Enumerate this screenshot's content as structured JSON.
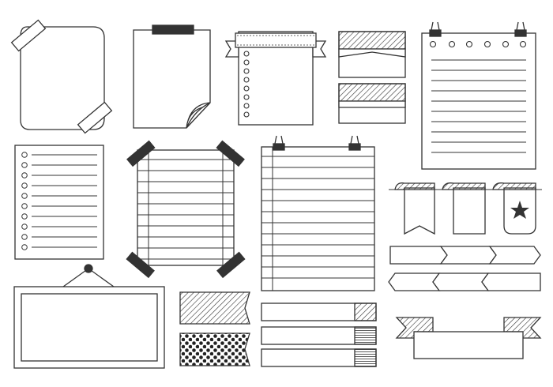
{
  "colors": {
    "stroke": "#333333",
    "fill": "#ffffff",
    "dark": "#333333"
  },
  "elements": [
    {
      "name": "taped-rounded-note",
      "icon": "sticky-note-with-tape"
    },
    {
      "name": "curled-corner-note",
      "icon": "paper-curled-corner"
    },
    {
      "name": "dotted-tab-note",
      "icon": "note-with-folded-tabs"
    },
    {
      "name": "striped-banner-cards",
      "icon": "striped-labels"
    },
    {
      "name": "binder-clip-ruled-page",
      "icon": "clipped-notepad"
    },
    {
      "name": "spiral-lined-note",
      "icon": "lined-note-with-holes"
    },
    {
      "name": "four-corner-taped-lined-paper",
      "icon": "taped-lined-paper"
    },
    {
      "name": "clipped-notebook-page",
      "icon": "notebook-page-with-clips"
    },
    {
      "name": "folded-bookmark-ribbons",
      "icon": "bookmark-ribbons"
    },
    {
      "name": "arrow-banners",
      "icon": "arrow-tags"
    },
    {
      "name": "hanging-frame",
      "icon": "picture-frame"
    },
    {
      "name": "washi-tape-strips",
      "icon": "washi-tape"
    },
    {
      "name": "tab-strips",
      "icon": "label-strips"
    },
    {
      "name": "ribbon-banner",
      "icon": "scroll-banner"
    }
  ]
}
